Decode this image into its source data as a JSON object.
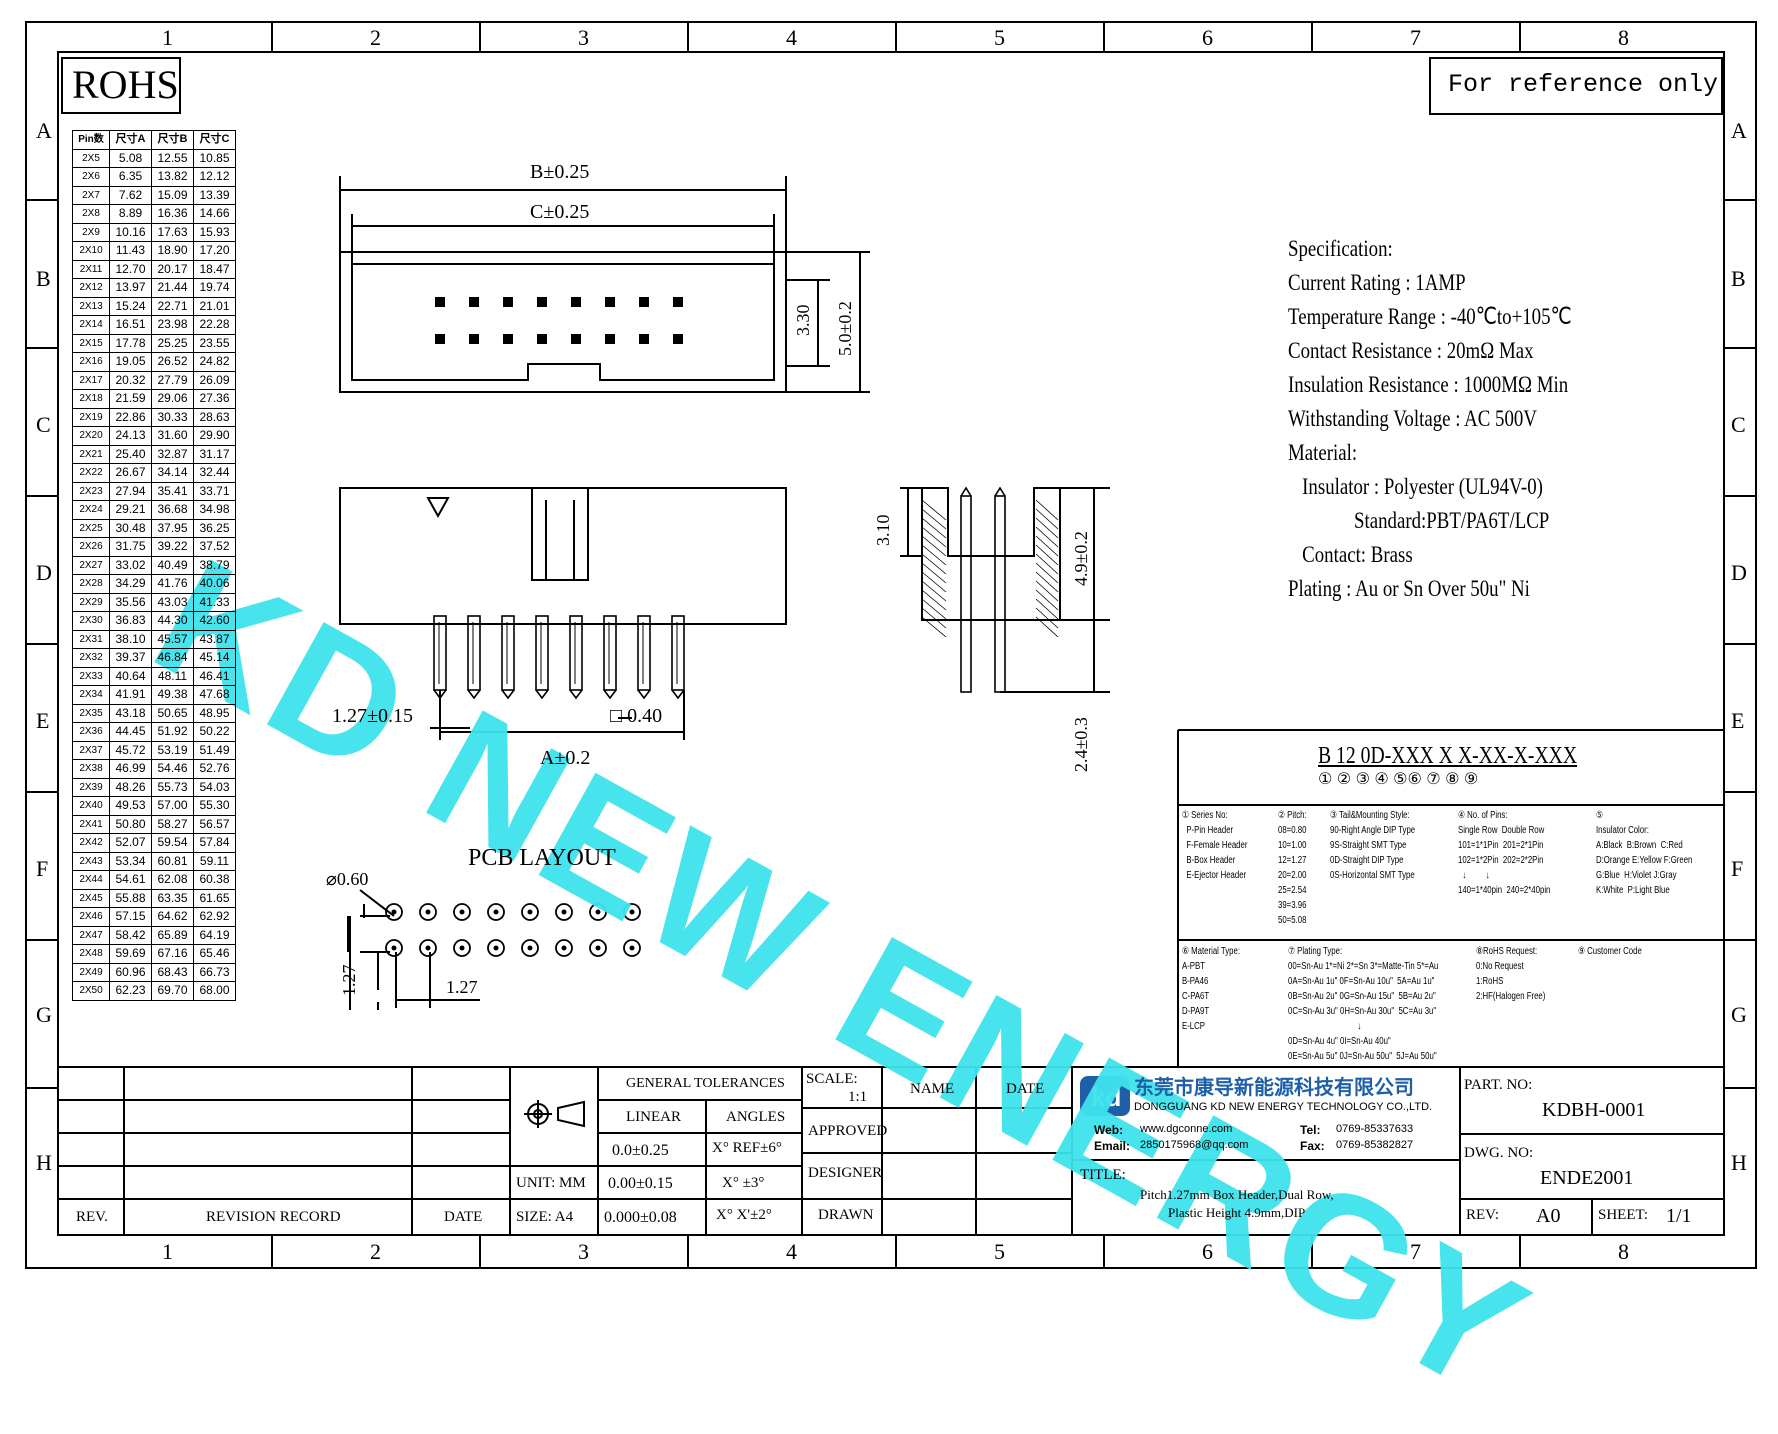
{
  "zones": {
    "columns": [
      "1",
      "2",
      "3",
      "4",
      "5",
      "6",
      "7",
      "8"
    ],
    "rows": [
      "A",
      "B",
      "C",
      "D",
      "E",
      "F",
      "G",
      "H"
    ]
  },
  "rohs": "ROHS",
  "reference_note": "For reference only",
  "pin_table": {
    "headers": [
      "Pin数",
      "尺寸A",
      "尺寸B",
      "尺寸C"
    ],
    "rows": [
      [
        "2X5",
        "5.08",
        "12.55",
        "10.85"
      ],
      [
        "2X6",
        "6.35",
        "13.82",
        "12.12"
      ],
      [
        "2X7",
        "7.62",
        "15.09",
        "13.39"
      ],
      [
        "2X8",
        "8.89",
        "16.36",
        "14.66"
      ],
      [
        "2X9",
        "10.16",
        "17.63",
        "15.93"
      ],
      [
        "2X10",
        "11.43",
        "18.90",
        "17.20"
      ],
      [
        "2X11",
        "12.70",
        "20.17",
        "18.47"
      ],
      [
        "2X12",
        "13.97",
        "21.44",
        "19.74"
      ],
      [
        "2X13",
        "15.24",
        "22.71",
        "21.01"
      ],
      [
        "2X14",
        "16.51",
        "23.98",
        "22.28"
      ],
      [
        "2X15",
        "17.78",
        "25.25",
        "23.55"
      ],
      [
        "2X16",
        "19.05",
        "26.52",
        "24.82"
      ],
      [
        "2X17",
        "20.32",
        "27.79",
        "26.09"
      ],
      [
        "2X18",
        "21.59",
        "29.06",
        "27.36"
      ],
      [
        "2X19",
        "22.86",
        "30.33",
        "28.63"
      ],
      [
        "2X20",
        "24.13",
        "31.60",
        "29.90"
      ],
      [
        "2X21",
        "25.40",
        "32.87",
        "31.17"
      ],
      [
        "2X22",
        "26.67",
        "34.14",
        "32.44"
      ],
      [
        "2X23",
        "27.94",
        "35.41",
        "33.71"
      ],
      [
        "2X24",
        "29.21",
        "36.68",
        "34.98"
      ],
      [
        "2X25",
        "30.48",
        "37.95",
        "36.25"
      ],
      [
        "2X26",
        "31.75",
        "39.22",
        "37.52"
      ],
      [
        "2X27",
        "33.02",
        "40.49",
        "38.79"
      ],
      [
        "2X28",
        "34.29",
        "41.76",
        "40.06"
      ],
      [
        "2X29",
        "35.56",
        "43.03",
        "41.33"
      ],
      [
        "2X30",
        "36.83",
        "44.30",
        "42.60"
      ],
      [
        "2X31",
        "38.10",
        "45.57",
        "43.87"
      ],
      [
        "2X32",
        "39.37",
        "46.84",
        "45.14"
      ],
      [
        "2X33",
        "40.64",
        "48.11",
        "46.41"
      ],
      [
        "2X34",
        "41.91",
        "49.38",
        "47.68"
      ],
      [
        "2X35",
        "43.18",
        "50.65",
        "48.95"
      ],
      [
        "2X36",
        "44.45",
        "51.92",
        "50.22"
      ],
      [
        "2X37",
        "45.72",
        "53.19",
        "51.49"
      ],
      [
        "2X38",
        "46.99",
        "54.46",
        "52.76"
      ],
      [
        "2X39",
        "48.26",
        "55.73",
        "54.03"
      ],
      [
        "2X40",
        "49.53",
        "57.00",
        "55.30"
      ],
      [
        "2X41",
        "50.80",
        "58.27",
        "56.57"
      ],
      [
        "2X42",
        "52.07",
        "59.54",
        "57.84"
      ],
      [
        "2X43",
        "53.34",
        "60.81",
        "59.11"
      ],
      [
        "2X44",
        "54.61",
        "62.08",
        "60.38"
      ],
      [
        "2X45",
        "55.88",
        "63.35",
        "61.65"
      ],
      [
        "2X46",
        "57.15",
        "64.62",
        "62.92"
      ],
      [
        "2X47",
        "58.42",
        "65.89",
        "64.19"
      ],
      [
        "2X48",
        "59.69",
        "67.16",
        "65.46"
      ],
      [
        "2X49",
        "60.96",
        "68.43",
        "66.73"
      ],
      [
        "2X50",
        "62.23",
        "69.70",
        "68.00"
      ]
    ]
  },
  "dimensions": {
    "b": "B±0.25",
    "c": "C±0.25",
    "h330": "3.30",
    "h50": "5.0±0.2",
    "pitch": "1.27±0.15",
    "sq": "□ 0.40",
    "a": "A±0.2",
    "h310": "3.10",
    "h49": "4.9±0.2",
    "h24": "2.4±0.3"
  },
  "pcb": {
    "title": "PCB LAYOUT",
    "dia": "⌀0.60",
    "v127": "1.27",
    "h127": "1.27"
  },
  "spec": {
    "lines": [
      "Specification:",
      "Current Rating : 1AMP",
      "Temperature Range : -40℃to+105℃",
      "Contact Resistance : 20mΩ Max",
      "Insulation Resistance : 1000MΩ Min",
      "Withstanding Voltage : AC 500V",
      "Material:",
      "   Insulator : Polyester (UL94V-0)",
      "              Standard:PBT/PA6T/LCP",
      "   Contact: Brass",
      "Plating : Au or Sn Over 50u\" Ni"
    ]
  },
  "watermark": "KD NEW ENERGY",
  "part_code": {
    "code": "B 12 0D-XXX X X-XX-X-XXX",
    "circles": "① ② ③ ④ ⑤⑥ ⑦ ⑧ ⑨"
  },
  "legend": {
    "block1": [
      "① Series No:",
      "  P-Pin Header",
      "  F-Female Header",
      "  B-Box Header",
      "  E-Ejector Header"
    ],
    "block2": [
      "② Pitch:",
      "08=0.80",
      "10=1.00",
      "12=1.27",
      "20=2.00",
      "25=2.54",
      "39=3.96",
      "50=5.08"
    ],
    "block3": [
      "③ Tail&Mounting Style:",
      "90-Right Angle DIP Type",
      "9S-Straight SMT Type",
      "0D-Straight DIP Type",
      "0S-Horizontal SMT Type"
    ],
    "block4": [
      "④ No. of Pins:",
      "Single Row  Double Row",
      "101=1*1Pin  201=2*1Pin",
      "102=1*2Pin  202=2*2Pin",
      "  ↓         ↓",
      "140=1*40pin  240=2*40pin"
    ],
    "block5": [
      "⑤",
      "Insulator Color:",
      "A:Black  B:Brown  C:Red",
      "D:Orange E:Yellow F:Green",
      "G:Blue  H:Violet J:Gray",
      "K:White  P:Light Blue"
    ],
    "block6": [
      "⑥ Material Type:",
      "A-PBT",
      "B-PA46",
      "C-PA6T",
      "D-PA9T",
      "E-LCP"
    ],
    "block7": [
      "⑦ Plating Type:",
      "00=Sn-Au 1*=Ni 2*=Sn 3*=Matte-Tin 5*=Au",
      "0A=Sn-Au 1u\" 0F=Sn-Au 10u\"  5A=Au 1u\"",
      "0B=Sn-Au 2u\" 0G=Sn-Au 15u\"  5B=Au 2u\"",
      "0C=Sn-Au 3u\" 0H=Sn-Au 30u\"  5C=Au 3u\"",
      "                                ↓",
      "0D=Sn-Au 4u\" 0I=Sn-Au 40u\"",
      "0E=Sn-Au 5u\" 0J=Sn-Au 50u\"  5J=Au 50u\""
    ],
    "block8": [
      "⑧RoHS Request:",
      "0:No Request",
      "1:RoHS",
      "2:HF(Halogen Free)"
    ],
    "block9": [
      "⑨ Customer Code"
    ]
  },
  "title_block": {
    "rev": "REV.",
    "revision_record": "REVISION RECORD",
    "date": "DATE",
    "general_tolerances": "GENERAL TOLERANCES",
    "linear": "LINEAR",
    "angles": "ANGLES",
    "tol1": "0.0±0.25",
    "ang1": "X° REF±6°",
    "tol2": "0.00±0.15",
    "ang2": "X° ±3°",
    "tol3": "0.000±0.08",
    "ang3": "X° X'±2°",
    "unit": "UNIT: MM",
    "size": "SIZE: A4",
    "scale": "SCALE:",
    "scale_val": "1:1",
    "name": "NAME",
    "date2": "DATE",
    "approved": "APPROVED",
    "designer": "DESIGNER",
    "drawn": "DRAWN",
    "company_cn": "东莞市康导新能源科技有限公司",
    "company_en": "DONGGUANG KD NEW ENERGY TECHNOLOGY CO.,LTD.",
    "web_label": "Web:",
    "web": "www.dgconne.com",
    "tel_label": "Tel:",
    "tel": "0769-85337633",
    "email_label": "Email:",
    "email": "2850175968@qq.com",
    "fax_label": "Fax:",
    "fax": "0769-85382827",
    "title_label": "TITLE:",
    "title_line1": "Pitch1.27mm Box Header,Dual Row,",
    "title_line2": "Plastic Height 4.9mm,DIP",
    "part_no_label": "PART. NO:",
    "part_no": "KDBH-0001",
    "dwg_no_label": "DWG. NO:",
    "dwg_no": "ENDE2001",
    "rev_label": "REV:",
    "rev_val": "A0",
    "sheet_label": "SHEET:",
    "sheet_val": "1/1"
  }
}
